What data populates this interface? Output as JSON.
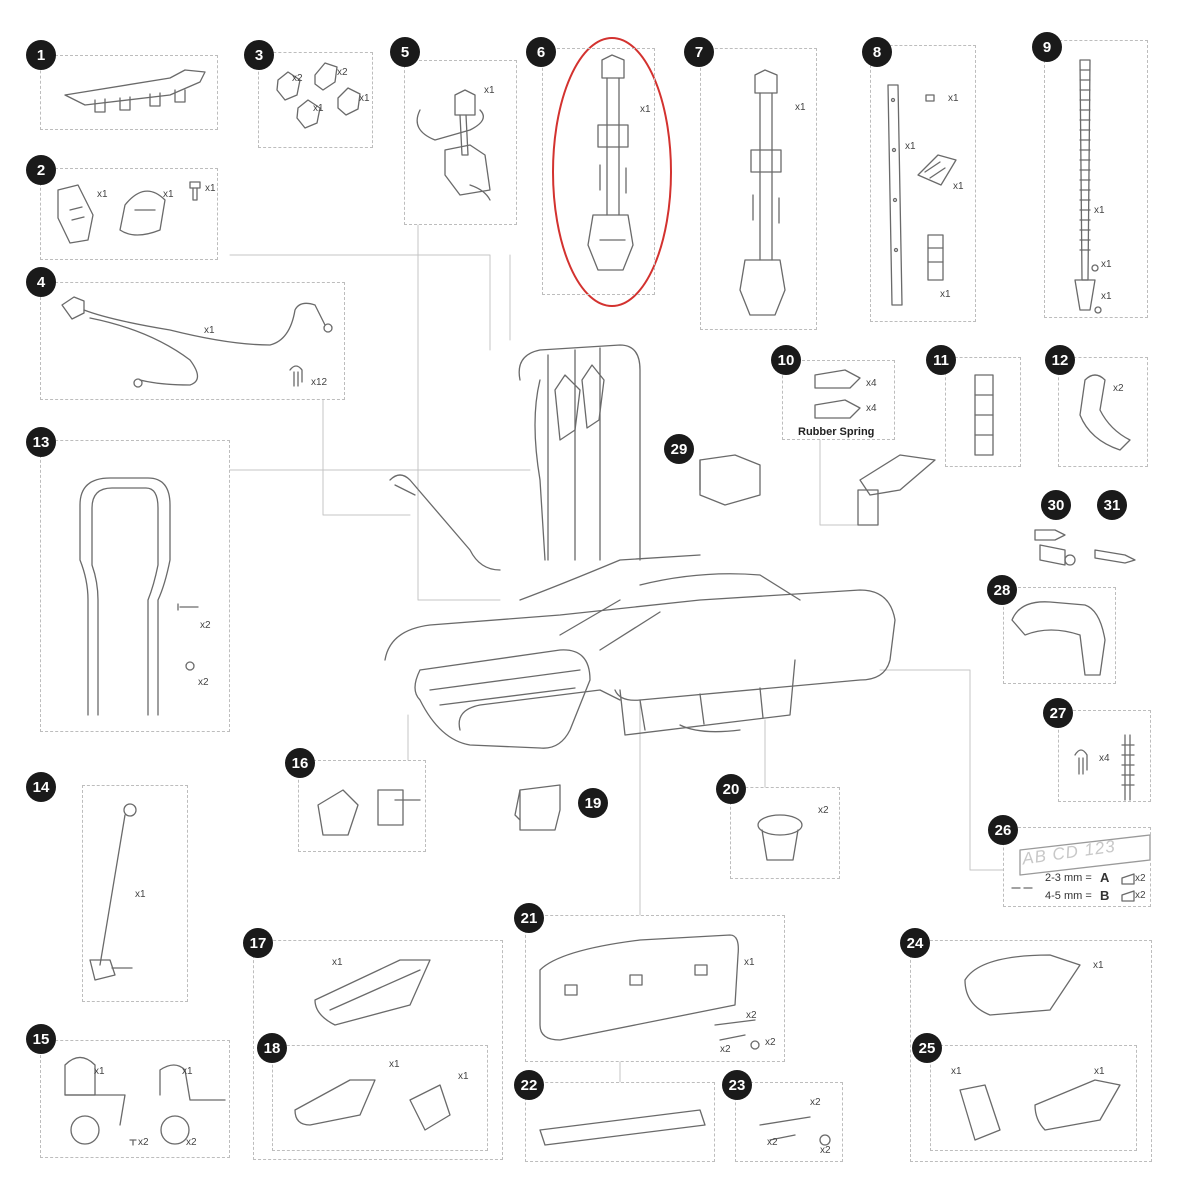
{
  "items": [
    {
      "n": "1"
    },
    {
      "n": "2"
    },
    {
      "n": "3"
    },
    {
      "n": "4"
    },
    {
      "n": "5"
    },
    {
      "n": "6"
    },
    {
      "n": "7"
    },
    {
      "n": "8"
    },
    {
      "n": "9"
    },
    {
      "n": "10"
    },
    {
      "n": "11"
    },
    {
      "n": "12"
    },
    {
      "n": "13"
    },
    {
      "n": "14"
    },
    {
      "n": "15"
    },
    {
      "n": "16"
    },
    {
      "n": "17"
    },
    {
      "n": "18"
    },
    {
      "n": "19"
    },
    {
      "n": "20"
    },
    {
      "n": "21"
    },
    {
      "n": "22"
    },
    {
      "n": "23"
    },
    {
      "n": "24"
    },
    {
      "n": "25"
    },
    {
      "n": "26"
    },
    {
      "n": "27"
    },
    {
      "n": "28"
    },
    {
      "n": "29"
    },
    {
      "n": "30"
    },
    {
      "n": "31"
    }
  ],
  "quantities": {
    "q1": "x1",
    "q2": "x2",
    "q4": "x4",
    "q12": "x12"
  },
  "labels": {
    "rubber_spring": "Rubber Spring",
    "plate": "AB CD 123",
    "spec_a_range": "2-3 mm =",
    "spec_a_letter": "A",
    "spec_b_range": "4-5 mm =",
    "spec_b_letter": "B"
  },
  "highlight_color": "#d3322f"
}
